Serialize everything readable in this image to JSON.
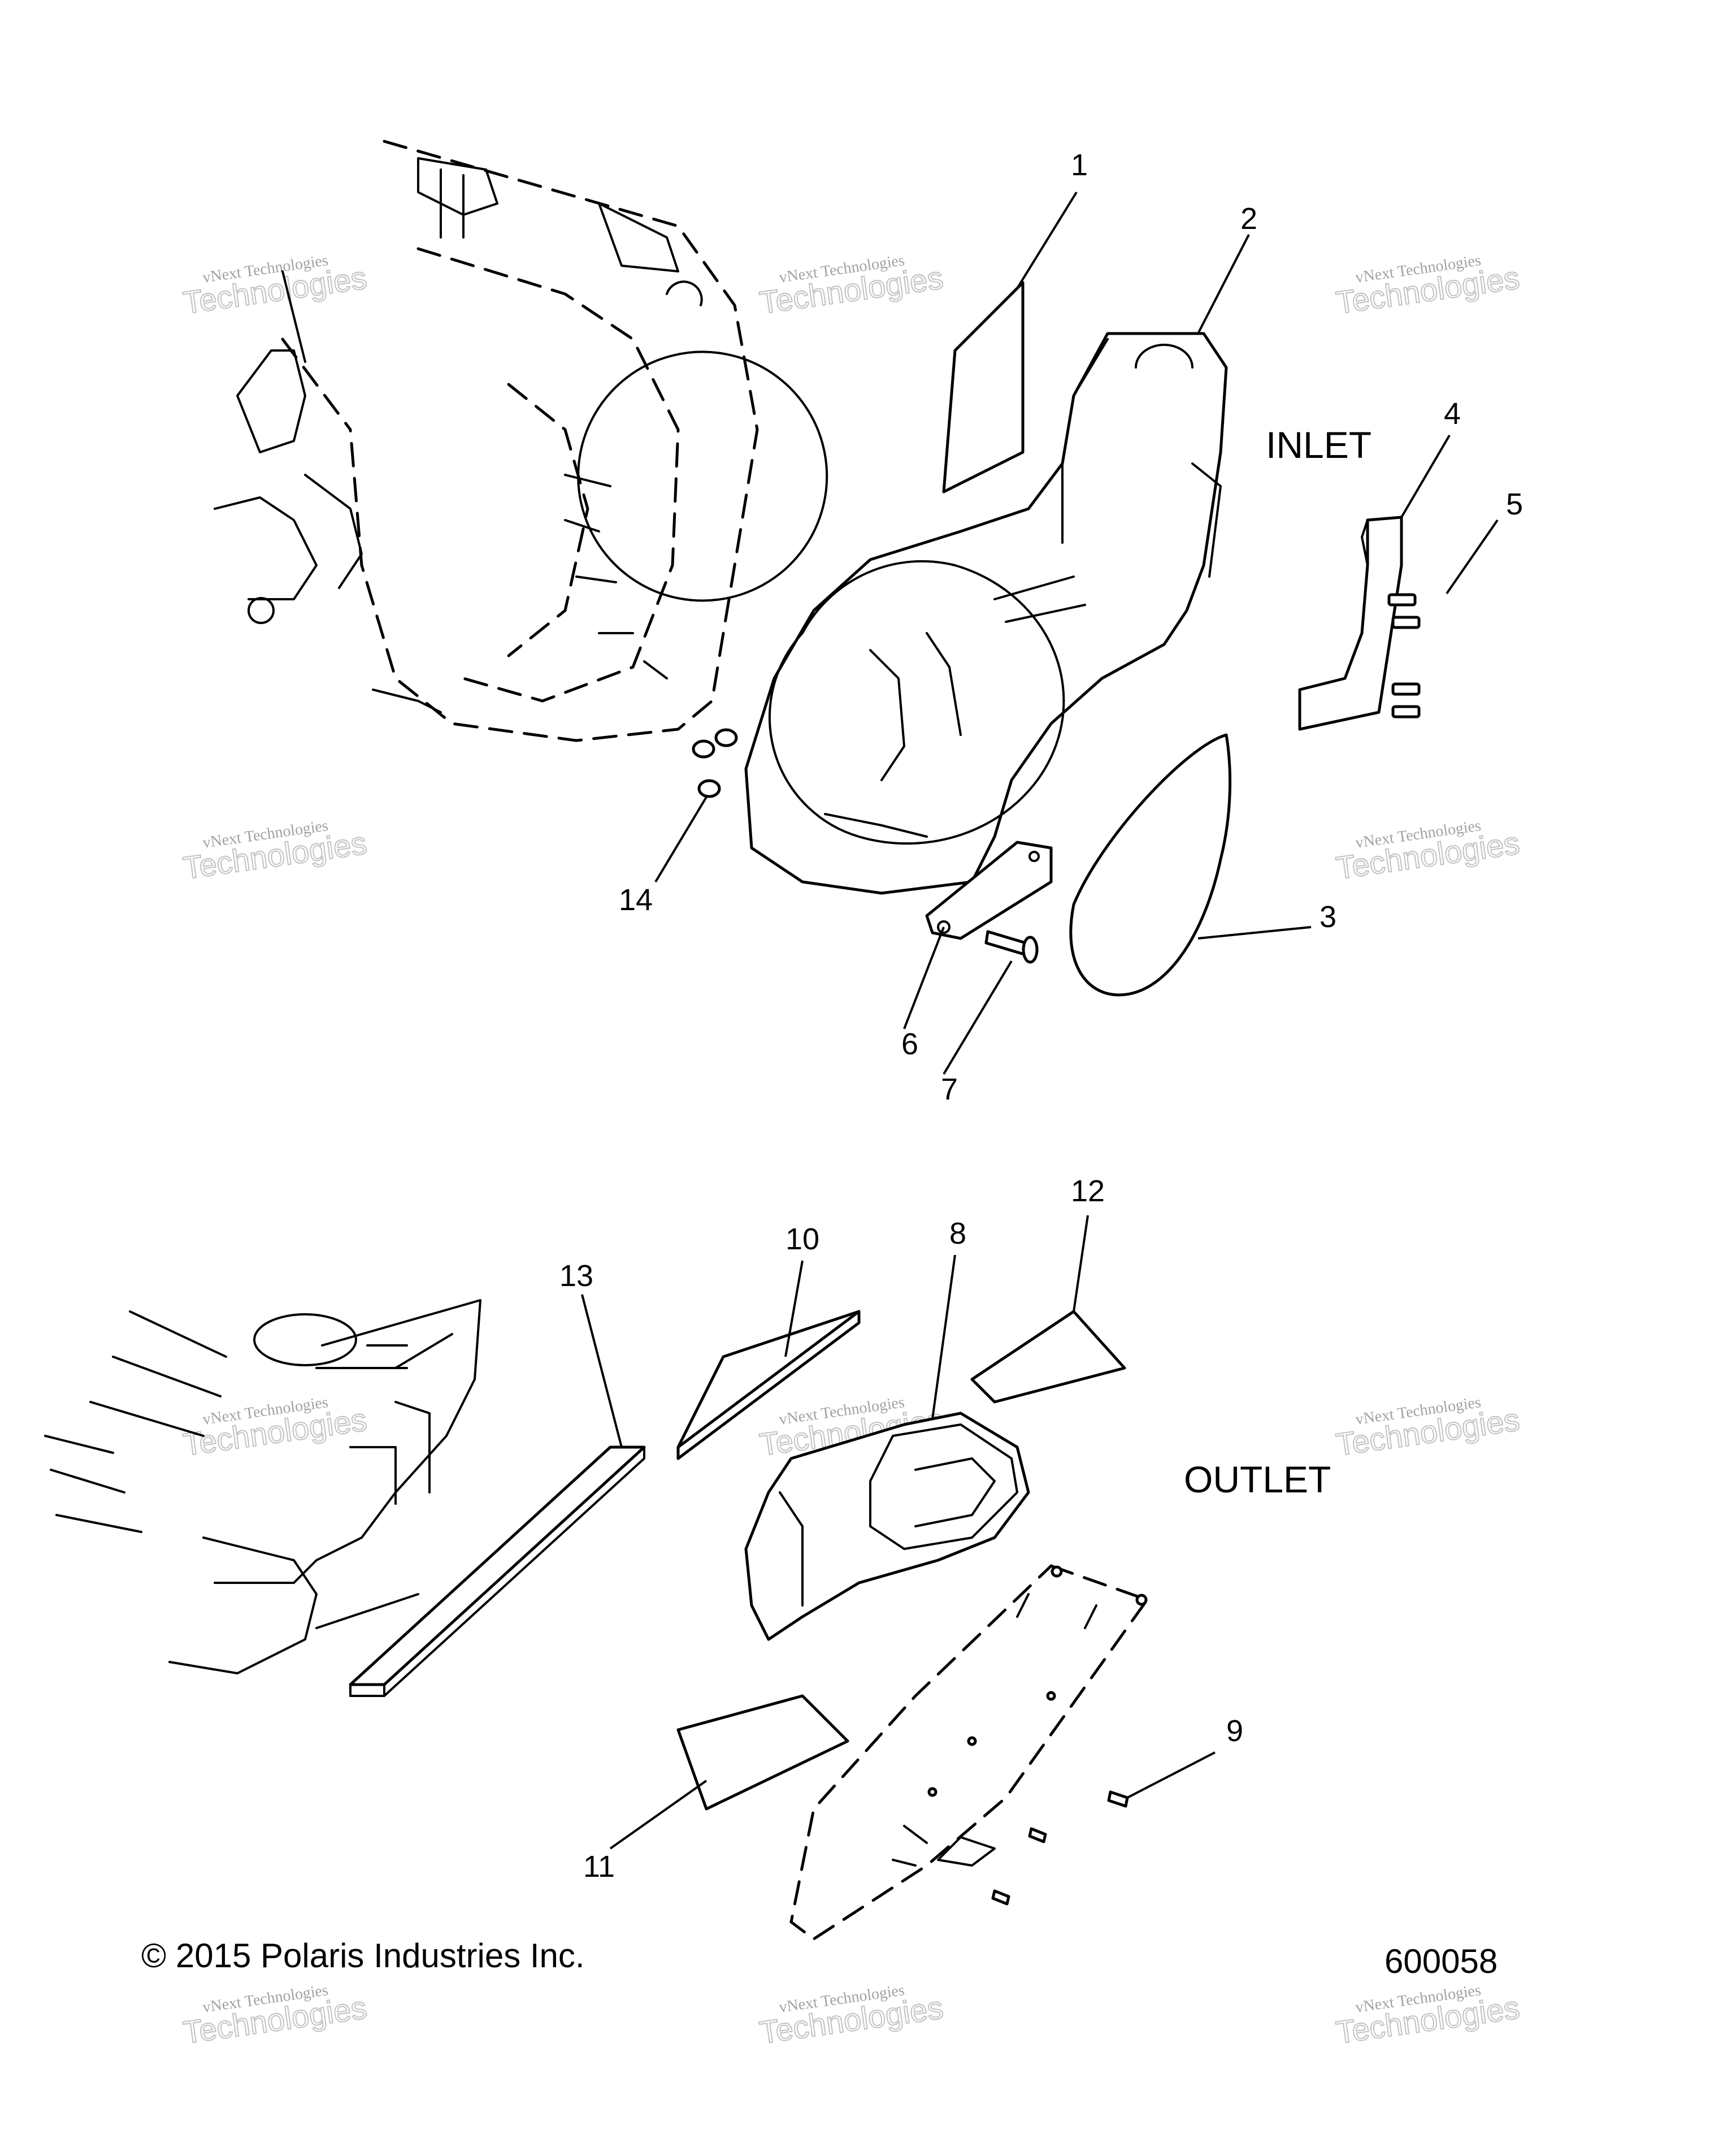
{
  "section_labels": {
    "inlet": "INLET",
    "outlet": "OUTLET"
  },
  "callouts": [
    "1",
    "2",
    "3",
    "4",
    "5",
    "6",
    "7",
    "8",
    "9",
    "10",
    "11",
    "12",
    "13",
    "14"
  ],
  "footer": {
    "copyright": "© 2015 Polaris Industries Inc.",
    "figure_number": "600058"
  },
  "watermark": {
    "line1": "vNext Technologies",
    "line2": "Technologies"
  }
}
